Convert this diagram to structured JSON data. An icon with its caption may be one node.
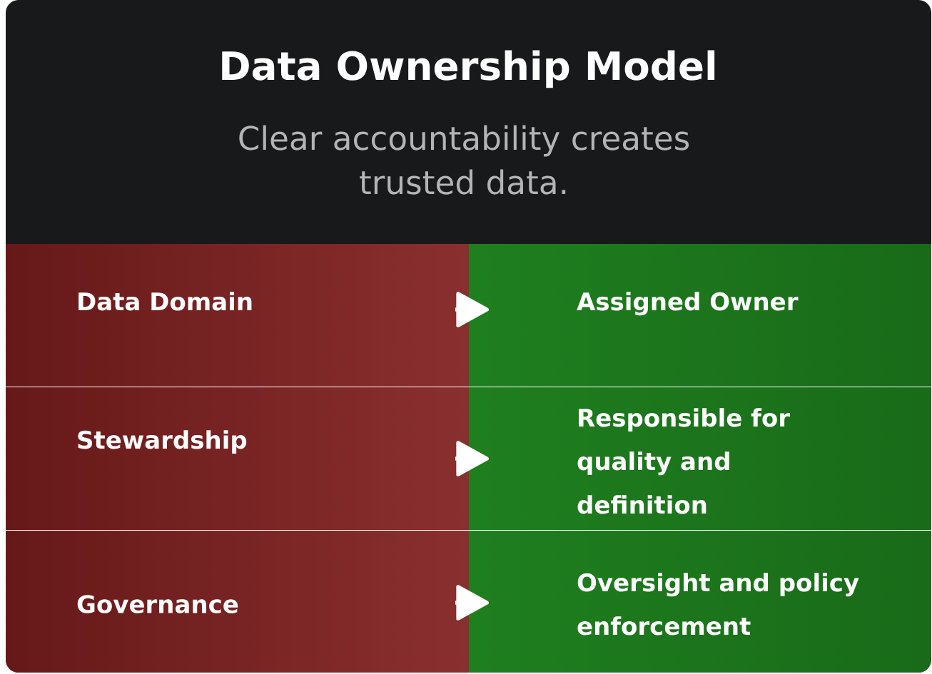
{
  "diagram": {
    "title": "Data Ownership Model",
    "nodes": [
      {
        "text": [
          "Data Domain"
        ]
      },
      {
        "text": [
          "Assigned Owner"
        ]
      },
      {
        "text": [
          "Stewardship"
        ]
      },
      {
        "text": [
          "Responsible for quality and definition"
        ]
      },
      {
        "text": [
          "Governance"
        ]
      },
      {
        "text": [
          "Oversight and policy enforcement"
        ]
      }
    ],
    "edges": [
      {
        "from": 0,
        "to": 1,
        "arrow": "to"
      },
      {
        "from": 2,
        "to": 3,
        "arrow": "to"
      },
      {
        "from": 4,
        "to": 5,
        "arrow": "to"
      }
    ],
    "labels": [
      "Clear accountability creates trusted data."
    ]
  }
}
